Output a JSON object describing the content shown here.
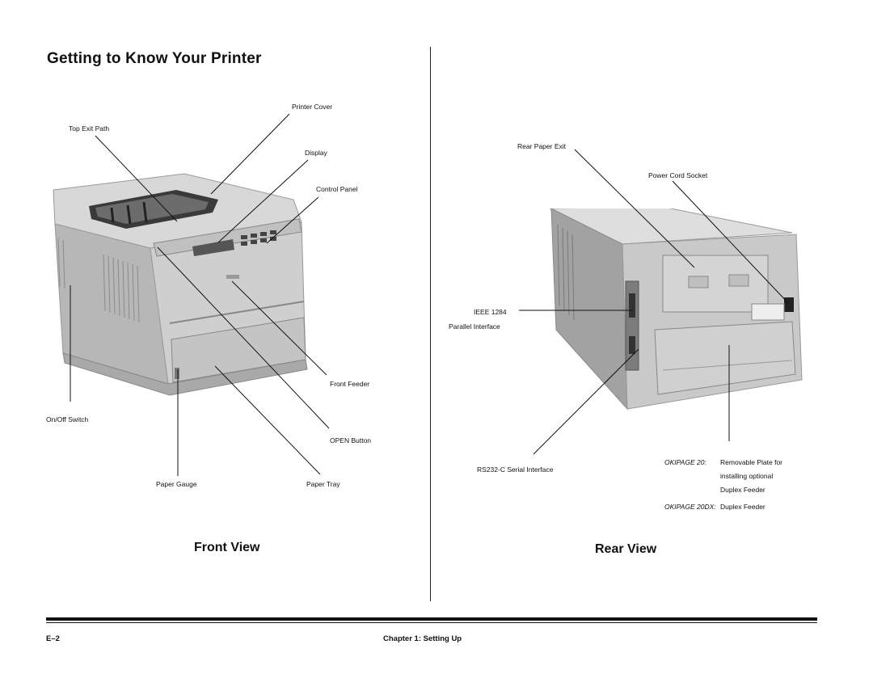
{
  "page": {
    "title": "Getting to Know Your Printer"
  },
  "front_view": {
    "caption": "Front View",
    "labels": {
      "printer_cover": "Printer Cover",
      "top_exit_path": "Top Exit Path",
      "display": "Display",
      "control_panel": "Control Panel",
      "front_feeder": "Front Feeder",
      "on_off_switch": "On/Off Switch",
      "open_button": "OPEN Button",
      "paper_gauge": "Paper Gauge",
      "paper_tray": "Paper Tray"
    }
  },
  "rear_view": {
    "caption": "Rear View",
    "labels": {
      "rear_paper_exit": "Rear Paper Exit",
      "power_cord_socket": "Power Cord Socket",
      "ieee_line1": "IEEE 1284",
      "ieee_line2": "Parallel Interface",
      "rs232": "RS232-C Serial Interface"
    },
    "model_notes": {
      "okipage20_model": "OKIPAGE 20:",
      "okipage20_line1": "Removable Plate for",
      "okipage20_line2": "installing optional",
      "okipage20_line3": "Duplex Feeder",
      "okipage20dx_model": "OKIPAGE 20DX:",
      "okipage20dx_text": "Duplex Feeder"
    }
  },
  "footer": {
    "page_number": "E–2",
    "chapter": "Chapter 1: Setting Up"
  }
}
